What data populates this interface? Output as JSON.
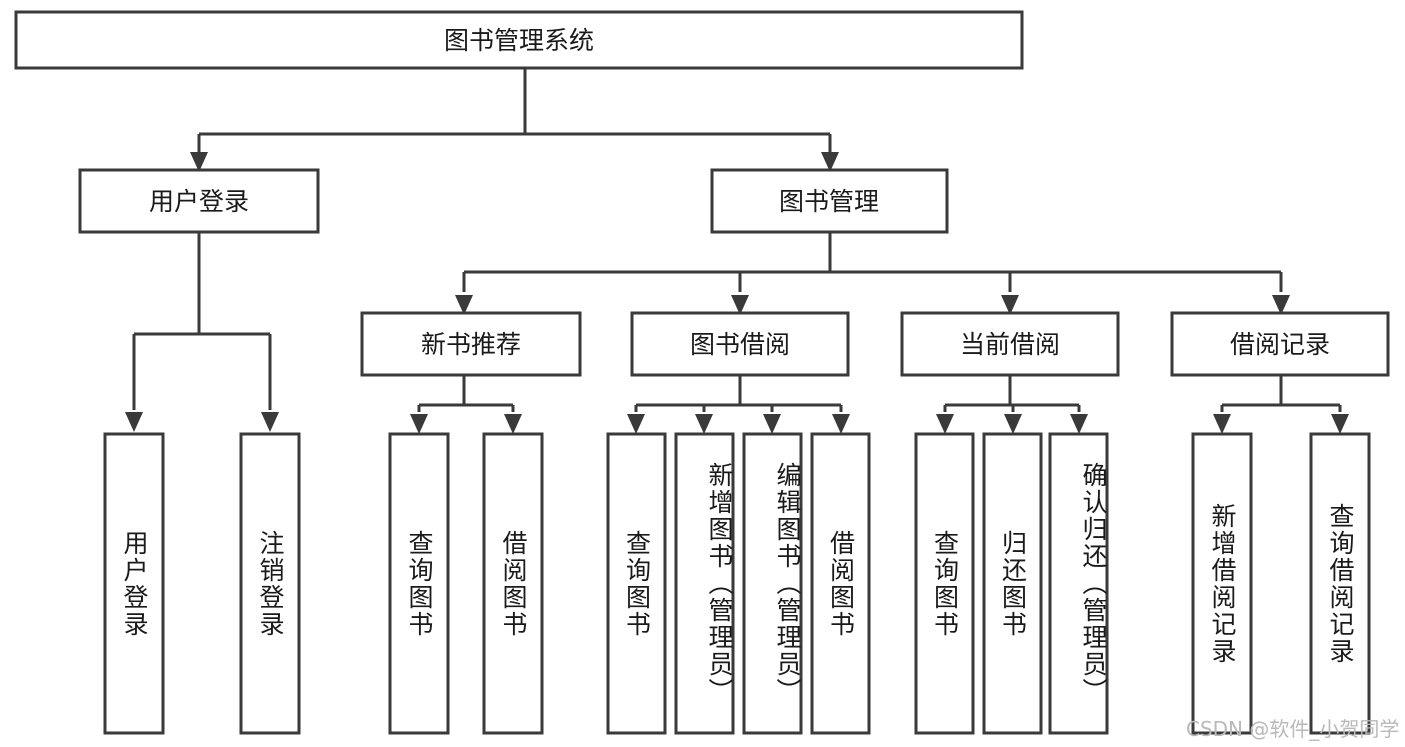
{
  "diagram": {
    "type": "tree",
    "title": "图书管理系统",
    "orientation": "top-down",
    "background_color": "#ffffff",
    "line_color": "#3a3a3a",
    "box_fill": "#ffffff",
    "text_color": "#1a1a1a",
    "root": {
      "id": "root",
      "label": "图书管理系统"
    },
    "level2": [
      {
        "id": "user-login",
        "label": "用户登录"
      },
      {
        "id": "book-manage",
        "label": "图书管理"
      }
    ],
    "level3": [
      {
        "id": "new-book-recommend",
        "label": "新书推荐",
        "parent": "book-manage"
      },
      {
        "id": "book-borrow",
        "label": "图书借阅",
        "parent": "book-manage"
      },
      {
        "id": "current-borrow",
        "label": "当前借阅",
        "parent": "book-manage"
      },
      {
        "id": "borrow-record",
        "label": "借阅记录",
        "parent": "book-manage"
      }
    ],
    "leaves": [
      {
        "id": "leaf-user-login",
        "label": "用户登录",
        "parent": "user-login"
      },
      {
        "id": "leaf-logout-login",
        "label": "注销登录",
        "parent": "user-login"
      },
      {
        "id": "leaf-query-book-1",
        "label": "查询图书",
        "parent": "new-book-recommend"
      },
      {
        "id": "leaf-borrow-book-1",
        "label": "借阅图书",
        "parent": "new-book-recommend"
      },
      {
        "id": "leaf-query-book-2",
        "label": "查询图书",
        "parent": "book-borrow"
      },
      {
        "id": "leaf-add-book",
        "label": "新增图书（管理员）",
        "parent": "book-borrow"
      },
      {
        "id": "leaf-edit-book",
        "label": "编辑图书（管理员）",
        "parent": "book-borrow"
      },
      {
        "id": "leaf-borrow-book-2",
        "label": "借阅图书",
        "parent": "book-borrow"
      },
      {
        "id": "leaf-query-book-3",
        "label": "查询图书",
        "parent": "current-borrow"
      },
      {
        "id": "leaf-return-book",
        "label": "归还图书",
        "parent": "current-borrow"
      },
      {
        "id": "leaf-confirm-return",
        "label": "确认归还（管理员）",
        "parent": "current-borrow"
      },
      {
        "id": "leaf-add-record",
        "label": "新增借阅记录",
        "parent": "borrow-record"
      },
      {
        "id": "leaf-query-record",
        "label": "查询借阅记录",
        "parent": "borrow-record"
      }
    ]
  },
  "watermark": {
    "text": "CSDN @软件_小贺同学"
  }
}
